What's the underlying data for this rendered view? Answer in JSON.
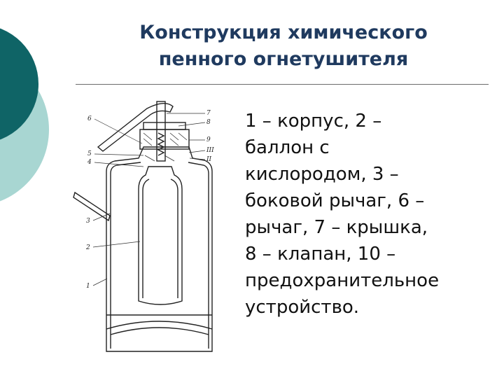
{
  "slide": {
    "title_line1": "Конструкция химического",
    "title_line2": "пенного огнетушителя",
    "description_lines": [
      "1 – корпус, 2 –",
      "баллон с",
      "кислородом, 3 –",
      "боковой рычаг, 6 –",
      "рычаг, 7 – крышка,",
      "8 – клапан, 10 –",
      "предохранительное",
      "устройство."
    ]
  },
  "figure": {
    "labels": [
      "6",
      "7",
      "8",
      "9",
      "III",
      "II",
      "5",
      "4",
      "3",
      "2",
      "1"
    ]
  },
  "colors": {
    "decor_dark": "#0f6466",
    "decor_light": "#a8d6d2",
    "title": "#1f3a5f"
  }
}
